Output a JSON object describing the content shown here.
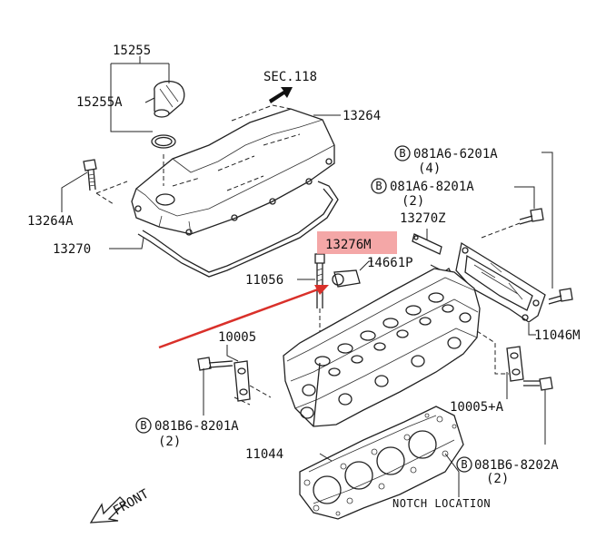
{
  "labels": {
    "p15255": "15255",
    "p15255A": "15255A",
    "sec118": "SEC.118",
    "p13264": "13264",
    "p13264A": "13264A",
    "p13270": "13270",
    "bolt1_code": "081A6-6201A",
    "bolt1_qty": "(4)",
    "bolt2_code": "081A6-8201A",
    "bolt2_qty": "(2)",
    "p13270Z": "13270Z",
    "p13276M": "13276M",
    "p14661P": "14661P",
    "p11056": "11056",
    "p11046M": "11046M",
    "p10005": "10005",
    "p10005A": "10005+A",
    "bolt3_code": "081B6-8201A",
    "bolt3_qty": "(2)",
    "bolt4_code": "081B6-8202A",
    "bolt4_qty": "(2)",
    "p11044": "11044",
    "notch": "NOTCH LOCATION",
    "front": "FRONT",
    "circle_b": "B"
  },
  "colors": {
    "highlight": "#f08a8a",
    "arrow": "#d9302a",
    "line": "#222222"
  }
}
